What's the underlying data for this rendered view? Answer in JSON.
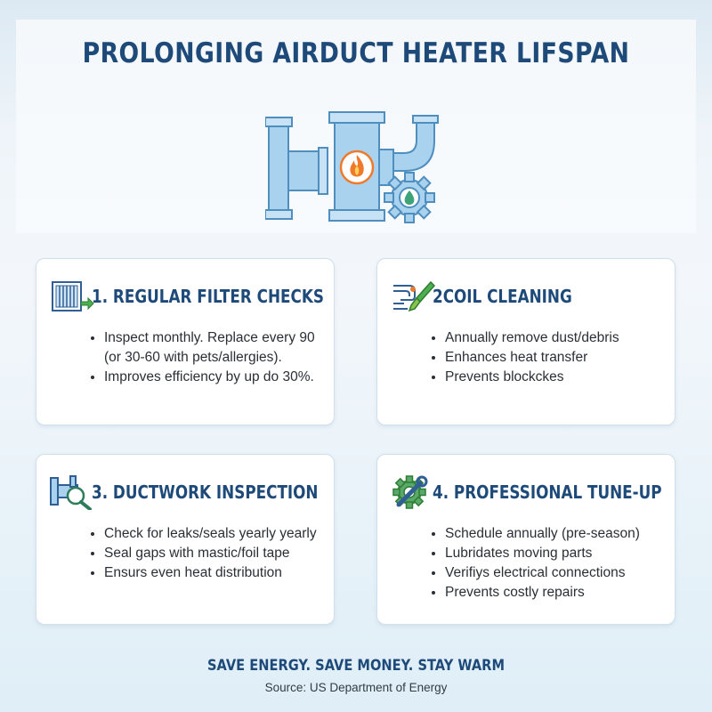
{
  "title": "PROLONGING AIRDUCT HEATER LIFSPAN",
  "hero": {
    "icon": "duct-heater-with-gear-icon"
  },
  "colors": {
    "title": "#1e4a7a",
    "pipe": "#a9d2ee",
    "pipe_outline": "#4f8fc0",
    "flame": "#f07a2a"
  },
  "cards": [
    {
      "icon": "air-filter-icon",
      "title": "1. REGULAR FILTER CHECKS",
      "bullets": [
        "Inspect monthly. Replace every 90 (or 30-60 with pets/allergies).",
        "Improves efficiency by up do 30%."
      ]
    },
    {
      "icon": "coil-brush-icon",
      "title": "2COIL CLEANING",
      "bullets": [
        "Annually remove dust/debris",
        "Enhances heat transfer",
        "Prevents blockckes"
      ]
    },
    {
      "icon": "duct-magnifier-icon",
      "title": "3. DUCTWORK INSPECTION",
      "bullets": [
        "Check for leaks/seals yearly yearly",
        "Seal gaps with mastic/foil tape",
        "Ensurs even heat distribution"
      ]
    },
    {
      "icon": "wrench-gear-icon",
      "title": "4. PROFESSIONAL TUNE-UP",
      "bullets": [
        "Schedule annually (pre-season)",
        "Lubridates moving parts",
        "Verifiys electrical connections",
        "Prevents costly repairs"
      ]
    }
  ],
  "footer": {
    "tagline": "SAVE ENERGY. SAVE MONEY. STAY WARM",
    "source": "Source: US Department of Energy"
  }
}
